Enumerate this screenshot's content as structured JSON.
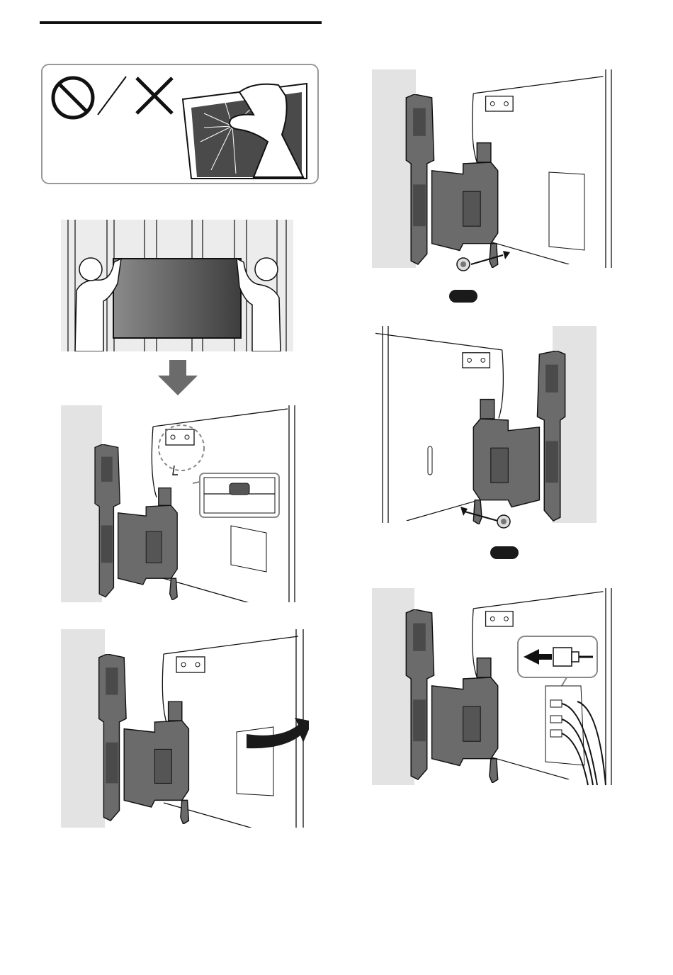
{
  "page": {
    "title_rule": true
  },
  "warning_box": {
    "prohibited_icon": "prohibited-icon",
    "cross_icon": "cross-mark-icon",
    "illustration": "hand-pressing-cracked-screen"
  },
  "figures": [
    {
      "id": "two-people-lifting-tv",
      "icon": "two-people-lifting-tv"
    },
    {
      "id": "down-arrow",
      "icon": "down-arrow-icon"
    },
    {
      "id": "hook-tv-onto-bracket",
      "icon": "bracket-hook-detail"
    },
    {
      "id": "swing-tv-out",
      "icon": "curved-arrow-icon"
    },
    {
      "id": "screw-right-side",
      "icon": "screw-icon"
    },
    {
      "id": "screw-left-side",
      "icon": "screw-icon"
    },
    {
      "id": "connect-cables",
      "icon": "hdmi-cable-icon"
    }
  ],
  "screw_labels": [
    {
      "text": ""
    },
    {
      "text": ""
    }
  ],
  "colors": {
    "bracket": "#6b6b6b",
    "bracket_dark": "#4a4a4a",
    "wall": "#e3e3e3",
    "label_pill": "#1a1a1a",
    "line": "#222222"
  }
}
